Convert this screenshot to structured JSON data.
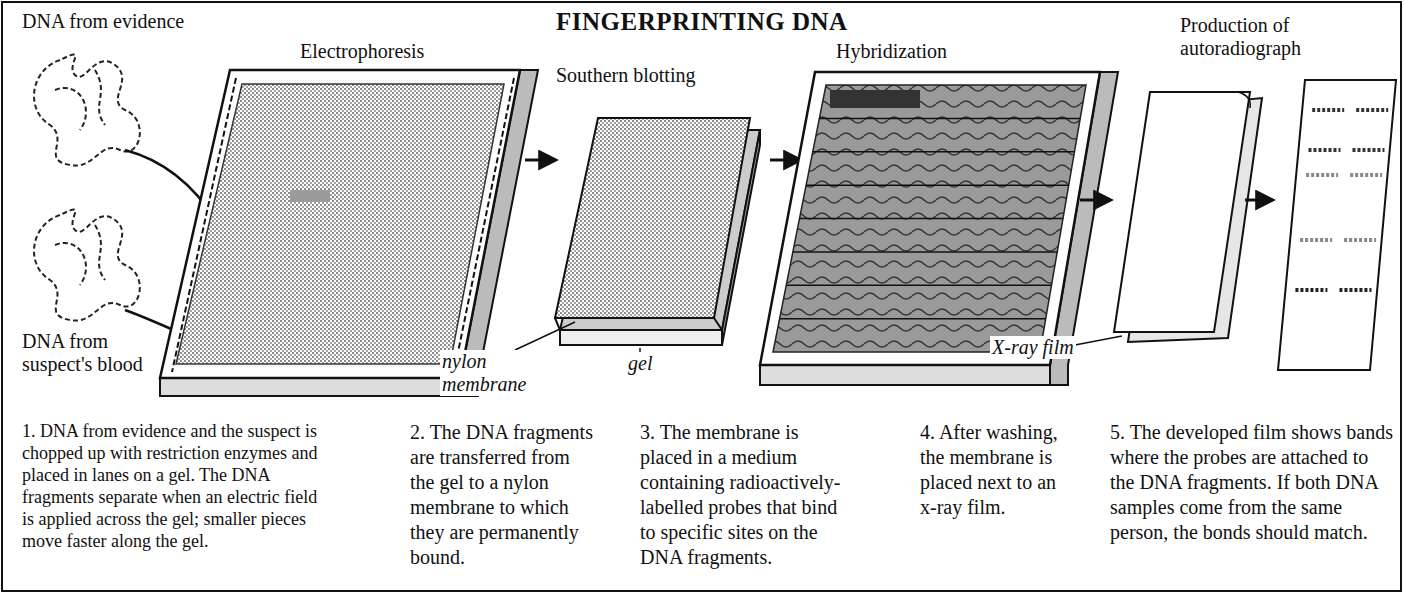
{
  "diagram": {
    "title": "FINGERPRINTING DNA",
    "labels": [
      "DNA from evidence",
      "Electrophoresis",
      "Southern blotting",
      "Hybridization",
      "Production of autoradiograph",
      "DNA from suspect's blood",
      "nylon membrane",
      "gel",
      "X-ray film",
      "1.",
      "DNA from evidence and the suspect is chopped up with restriction enzymes and placed in lanes on a gel. The DNA fragments separate when an electric field is applied across the gel; smaller pieces move faster along the gel.",
      "2.",
      "The DNA fragments are transferred from the gel to a nylon membrane to which they are permanently bound.",
      "3.",
      "The membrane is placed in a medium containing radioactively-labelled probes that bind to specific sites on the DNA fragments.",
      "4.",
      "After washing, the membrane is placed next to an x-ray film.",
      "5.",
      "The developed film shows bands where the probes are attached to the DNA fragments. If both DNA samples come from the same person, the bonds should match."
    ]
  }
}
